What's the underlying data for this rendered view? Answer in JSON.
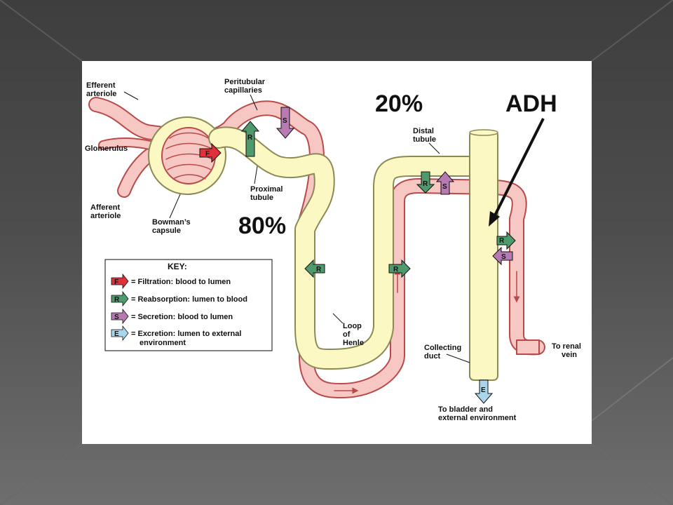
{
  "diagram": {
    "labels": {
      "efferent_arteriole": [
        "Efferent",
        "arteriole"
      ],
      "glomerulus": "Glomerulus",
      "afferent_arteriole": [
        "Afferent",
        "arteriole"
      ],
      "bowmans_capsule": [
        "Bowman’s",
        "capsule"
      ],
      "peritubular_capillaries": [
        "Peritubular",
        "capillaries"
      ],
      "proximal_tubule": [
        "Proximal",
        "tubule"
      ],
      "distal_tubule": [
        "Distal",
        "tubule"
      ],
      "loop_of_henle": [
        "Loop",
        "of",
        "Henle"
      ],
      "collecting_duct": [
        "Collecting",
        "duct"
      ],
      "to_bladder": [
        "To bladder and",
        "external environment"
      ],
      "to_renal_vein": [
        "To renal",
        "vein"
      ]
    },
    "annotations": {
      "percent_proximal": "80%",
      "percent_distal": "20%",
      "hormone": "ADH"
    },
    "arrow_letters": {
      "filtration": "F",
      "reabsorption": "R",
      "secretion": "S",
      "excretion": "E"
    },
    "key": {
      "title": "KEY:",
      "items": [
        {
          "letter": "F",
          "text": "= Filtration: blood to lumen",
          "color": "#e0303a"
        },
        {
          "letter": "R",
          "text": "= Reabsorption: lumen to blood",
          "color": "#4f9a6c"
        },
        {
          "letter": "S",
          "text": "= Secretion: blood to lumen",
          "color": "#b77ab3"
        },
        {
          "letter": "E",
          "text": "= Excretion: lumen to external",
          "text2": "environment",
          "color": "#a9d6ea"
        }
      ]
    }
  },
  "colors": {
    "vessel_fill": "#f6c7c3",
    "vessel_stroke": "#b84a4a",
    "tubule_fill": "#fbf8c4",
    "tubule_stroke": "#8a8a55",
    "filtration": "#e0303a",
    "reabsorption": "#4f9a6c",
    "secretion": "#b77ab3",
    "excretion": "#a9d6ea"
  }
}
